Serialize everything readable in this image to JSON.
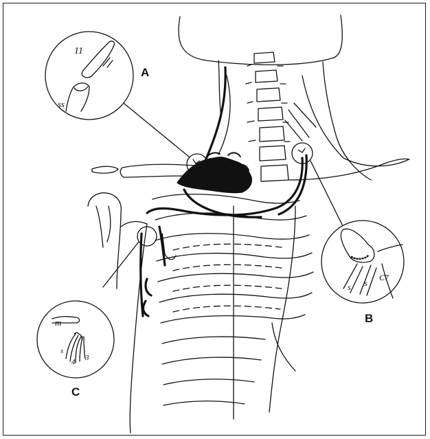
{
  "figure": {
    "callouts": {
      "a": {
        "letter": "A",
        "labels": [
          "11",
          "ss"
        ]
      },
      "b": {
        "letter": "B",
        "labels": [
          "s",
          "s",
          "C7"
        ]
      },
      "c": {
        "letter": "C",
        "labels": [
          "m",
          "s",
          "4",
          "3"
        ]
      }
    }
  },
  "colors": {
    "ink": "#111111",
    "background": "#ffffff"
  }
}
